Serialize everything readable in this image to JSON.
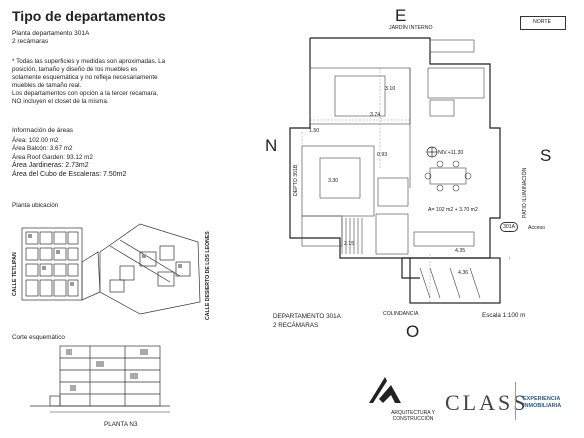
{
  "header": {
    "title": "Tipo de departamentos",
    "unit": "Planta departamento 301A",
    "bedrooms": "2 recámaras"
  },
  "notes": [
    "* Todas las superficies y medidas son aproximadas. La",
    "posición, tamaño y diseño de los muebles es",
    "solamente esquemática y no refleja necesariamente",
    "muebles de tamaño real.",
    "Los departamentos con opción a la tercer recamara,",
    "NO incluyen el closet de la misma."
  ],
  "areas": {
    "title": "Información de áreas",
    "items": [
      "Área: 102.00 m2",
      "Área Balcón: 3.67 m2",
      "Área Roof Garden: 93.12 m2",
      "Área Jardineras: 2.73m2",
      "Área del Cubo de Escaleras: 7.50m2"
    ]
  },
  "site": {
    "title": "Planta ubicación",
    "street_left": "CALLE TETLIPAN",
    "street_right": "CALLE DESIERTO DE LOS LEONES"
  },
  "section": {
    "title": "Corte esquemático",
    "caption": "PLANTA N3"
  },
  "plan": {
    "north_box": "NORTE",
    "compass_n": "N",
    "compass_s": "S",
    "compass_e": "E",
    "compass_o": "O",
    "garden": "JARDÍN INTERNO",
    "depto": "DEPTO 301B",
    "patio": "PATIO ILUMINACIÓN",
    "level": "NIV.+11.30",
    "area_note": "A= 102 m2 + 3.70 m2",
    "access": "Acceso",
    "tag": "301A",
    "boundary": "COLINDANCIA",
    "dim_1": "3.74",
    "dim_2": "3.10",
    "dim_3": "3.30",
    "dim_4": "1.50",
    "dim_5": "0.93",
    "dim_6": "2.15",
    "dim_7": "4.35",
    "dim_8": "4.36"
  },
  "footer": {
    "apt": "DEPARTAMENTO 301A",
    "apt_rooms": "2 RECÁMARAS",
    "scale": "Escala 1:100 m"
  },
  "brand": {
    "arq_line1": "ARQUITECTURA Y",
    "arq_line2": "CONSTRUCCIÓN",
    "name": "CLASS",
    "tag1": "EXPERIENCIA",
    "tag2": "INMOBILIARIA"
  }
}
